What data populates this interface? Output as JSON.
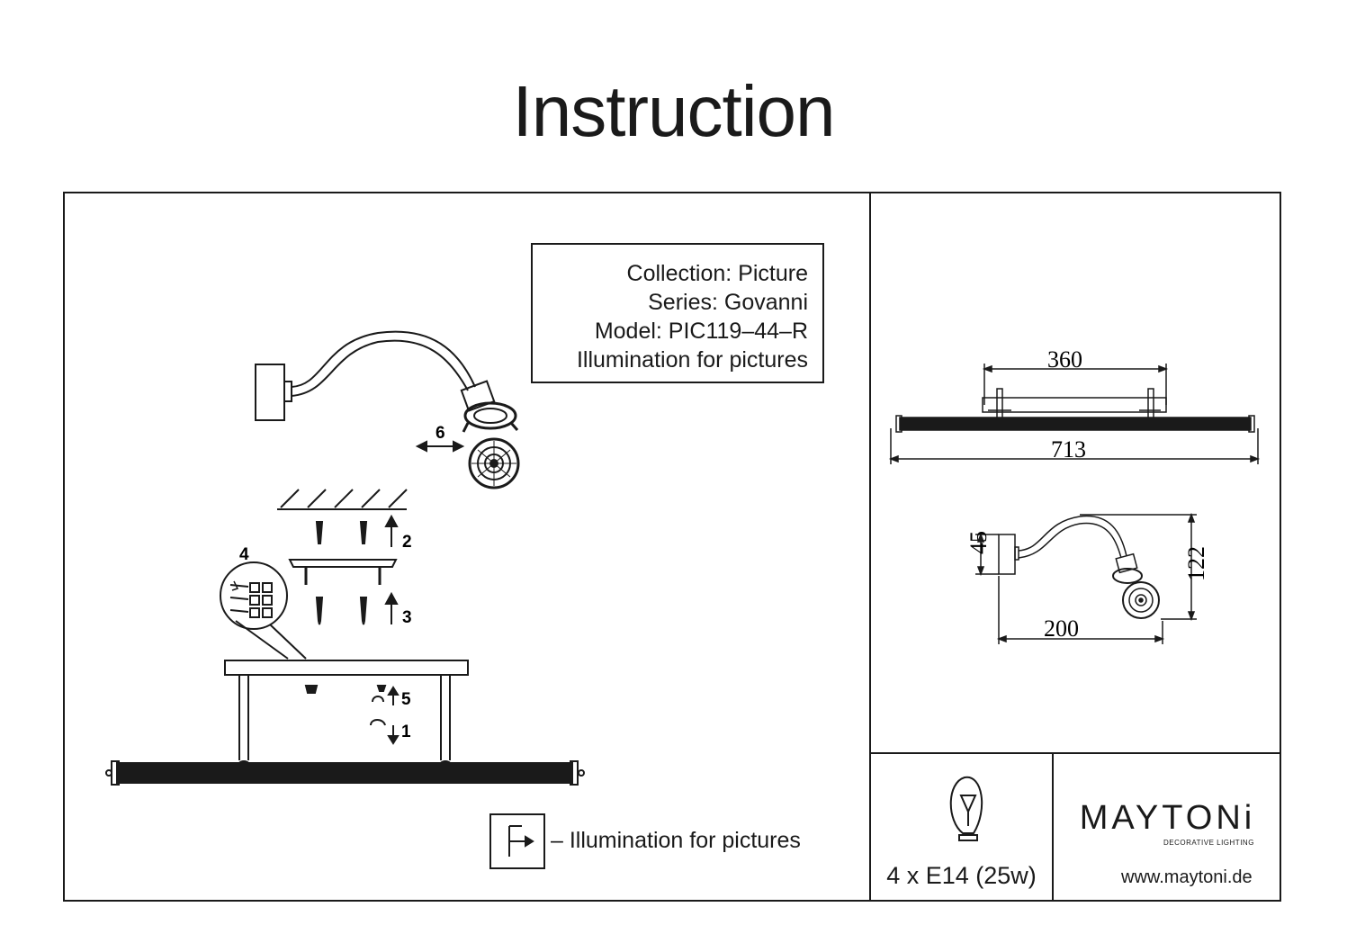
{
  "title": "Instruction",
  "info": {
    "collection": "Collection: Picture",
    "series": "Series: Govanni",
    "model": "Model: PIC119–44–R",
    "purpose": "Illumination for pictures"
  },
  "steps": {
    "s1": "1",
    "s2": "2",
    "s3": "3",
    "s4": "4",
    "s5": "5",
    "s6": "6"
  },
  "dimensions": {
    "d360": "360",
    "d713": "713",
    "d45": "45",
    "d122": "122",
    "d200": "200"
  },
  "legend": {
    "text": "– Illumination for pictures"
  },
  "bulb": {
    "label": "4 x E14 (25w)"
  },
  "brand": {
    "name": "MAYTONi",
    "tagline": "DECORATIVE LIGHTING",
    "website": "www.maytoni.de"
  }
}
